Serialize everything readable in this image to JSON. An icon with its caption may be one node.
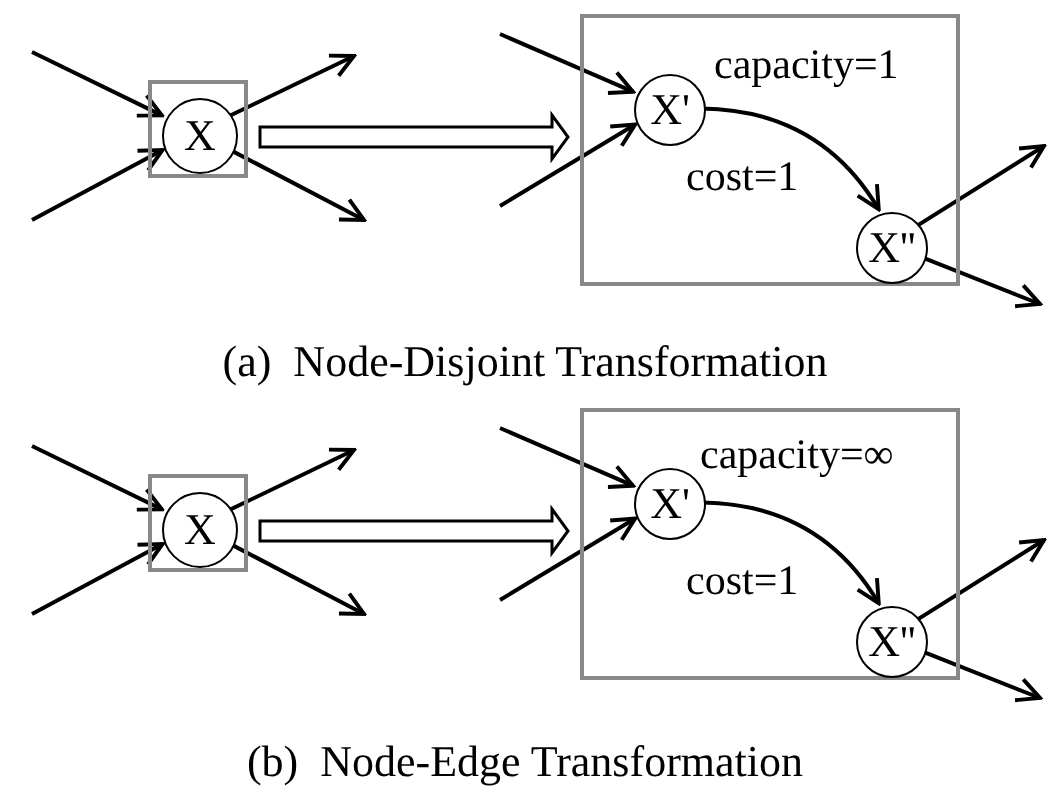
{
  "diagram": {
    "nodes": [
      {
        "text": [],
        "shape": "box"
      },
      {
        "text": [
          "X"
        ],
        "in": 0
      },
      {
        "text": [],
        "shape": "box"
      },
      {
        "text": [
          "X'"
        ],
        "in": 2
      },
      {
        "text": [
          "X''"
        ],
        "in": 2
      },
      {
        "text": [],
        "shape": "box"
      },
      {
        "text": [
          "X"
        ],
        "in": 5
      },
      {
        "text": [],
        "shape": "box"
      },
      {
        "text": [
          "X'"
        ],
        "in": 7
      },
      {
        "text": [
          "X''"
        ],
        "in": 7
      }
    ],
    "edges": [
      {
        "from": null,
        "to": 1,
        "arrow": "to"
      },
      {
        "from": null,
        "to": 1,
        "arrow": "to"
      },
      {
        "from": 1,
        "to": null,
        "arrow": "to"
      },
      {
        "from": 1,
        "to": null,
        "arrow": "to"
      },
      {
        "from": 0,
        "to": 2,
        "arrow": "to"
      },
      {
        "from": null,
        "to": 3,
        "arrow": "to"
      },
      {
        "from": null,
        "to": 3,
        "arrow": "to"
      },
      {
        "from": 3,
        "to": 4,
        "arrow": "to"
      },
      {
        "from": 4,
        "to": null,
        "arrow": "to"
      },
      {
        "from": 4,
        "to": null,
        "arrow": "to"
      },
      {
        "from": null,
        "to": 6,
        "arrow": "to"
      },
      {
        "from": null,
        "to": 6,
        "arrow": "to"
      },
      {
        "from": 6,
        "to": null,
        "arrow": "to"
      },
      {
        "from": 6,
        "to": null,
        "arrow": "to"
      },
      {
        "from": 5,
        "to": 7,
        "arrow": "to"
      },
      {
        "from": null,
        "to": 8,
        "arrow": "to"
      },
      {
        "from": null,
        "to": 8,
        "arrow": "to"
      },
      {
        "from": 8,
        "to": 9,
        "arrow": "to"
      },
      {
        "from": 9,
        "to": null,
        "arrow": "to"
      },
      {
        "from": 9,
        "to": null,
        "arrow": "to"
      }
    ],
    "labels": [
      "capacity=1",
      "cost=1",
      "(a)  Node-Disjoint Transformation",
      "capacity=∞",
      "cost=1",
      "(b)  Node-Edge Transformation"
    ]
  }
}
